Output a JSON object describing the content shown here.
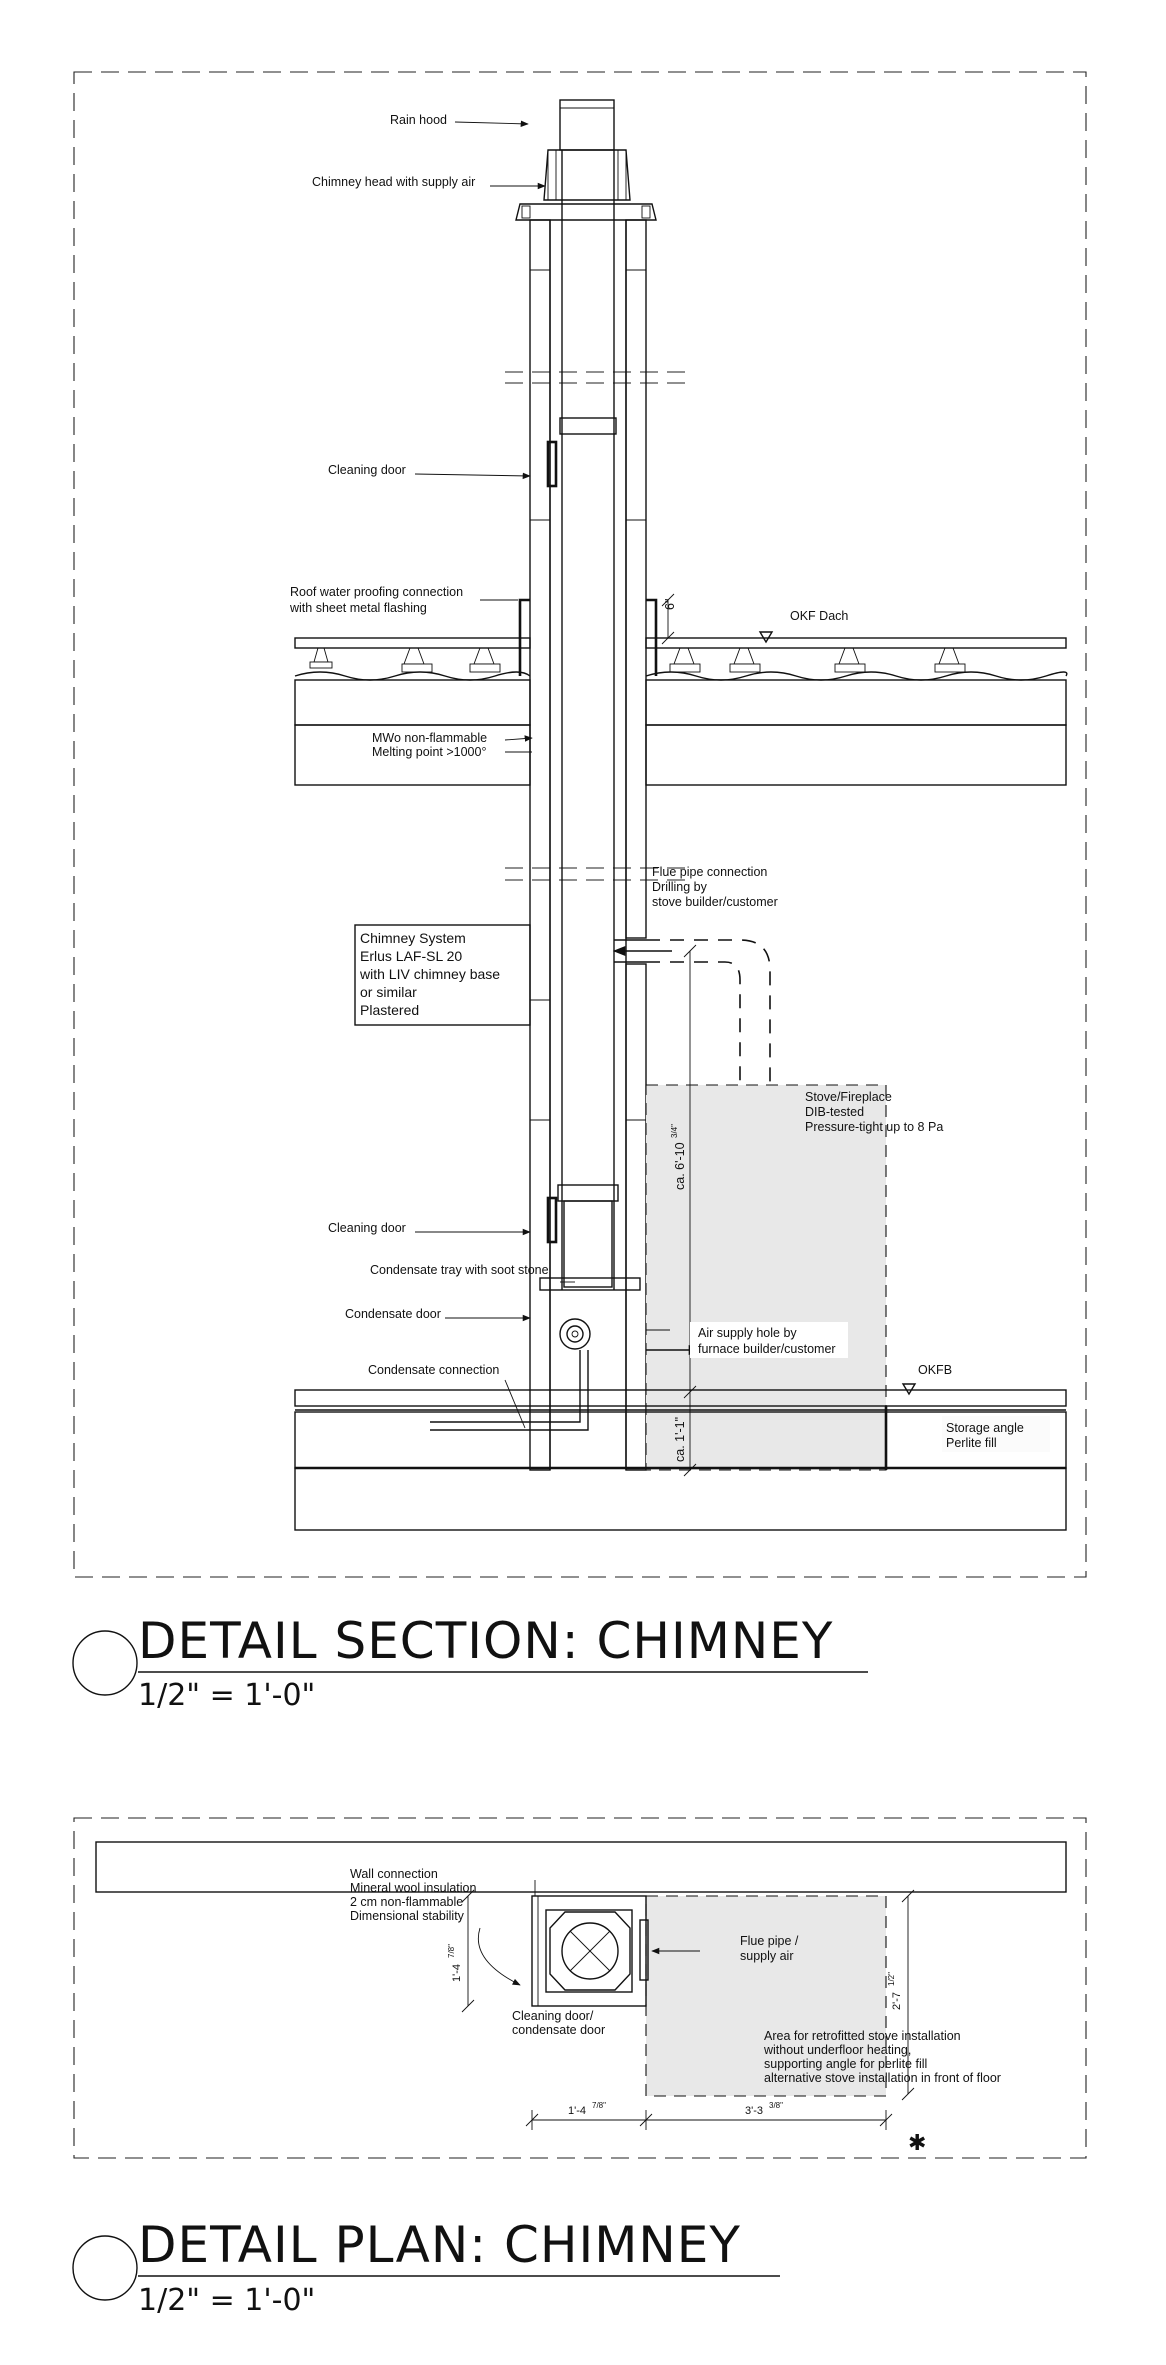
{
  "section": {
    "title": "DETAIL SECTION: CHIMNEY",
    "scale": "1/2\" = 1'-0\"",
    "labels": {
      "rain_hood": "Rain hood",
      "chimney_head": "Chimney head with supply air",
      "cleaning_door_top": "Cleaning door",
      "roof_wp_1": "Roof water proofing connection",
      "roof_wp_2": "with sheet metal flashing",
      "okf_dach": "OKF Dach",
      "mwo_1": "MWo non-flammable",
      "mwo_2": "Melting point >1000°",
      "flue_1": "Flue pipe connection",
      "flue_2": "Drilling by",
      "flue_3": "stove builder/customer",
      "system_1": "Chimney System",
      "system_2": "Erlus LAF-SL 20",
      "system_3": "with LIV chimney base",
      "system_4": "or similar",
      "system_5": "Plastered",
      "stove_1": "Stove/Fireplace",
      "stove_2": "DIB-tested",
      "stove_3": "Pressure-tight up to 8 Pa",
      "dim_height": "ca. 6'-10",
      "dim_height_frac": "3/4\"",
      "cleaning_door_bottom": "Cleaning door",
      "condensate_tray": "Condensate tray with soot stone",
      "condensate_door": "Condensate door",
      "air_1": "Air supply hole by",
      "air_2": "furnace builder/customer",
      "condensate_connection": "Condensate connection",
      "okfb": "OKFB",
      "dim_lower": "ca. 1'-1\"",
      "storage_1": "Storage angle",
      "storage_2": "Perlite fill",
      "dim_6": "6\""
    }
  },
  "plan": {
    "title": "DETAIL PLAN: CHIMNEY",
    "scale": "1/2\" = 1'-0\"",
    "labels": {
      "wall_1": "Wall connection",
      "wall_2": "Mineral wool insulation",
      "wall_3": "2 cm non-flammable",
      "wall_4": "Dimensional stability",
      "flue_1": "Flue pipe /",
      "flue_2": "supply air",
      "clean_1": "Cleaning door/",
      "clean_2": "condensate door",
      "area_1": "Area for retrofitted stove installation",
      "area_2": "without underfloor heating,",
      "area_3": "supporting angle for perlite fill",
      "area_4": "alternative stove installation in front of floor",
      "dim_side": "1'-4",
      "dim_side_frac": "7/8\"",
      "dim_right": "2'-7",
      "dim_right_frac": "1/2\"",
      "dim_bottom_left": "1'-4",
      "dim_bottom_left_frac": "7/8\"",
      "dim_bottom_right": "3'-3",
      "dim_bottom_right_frac": "3/8\""
    }
  }
}
